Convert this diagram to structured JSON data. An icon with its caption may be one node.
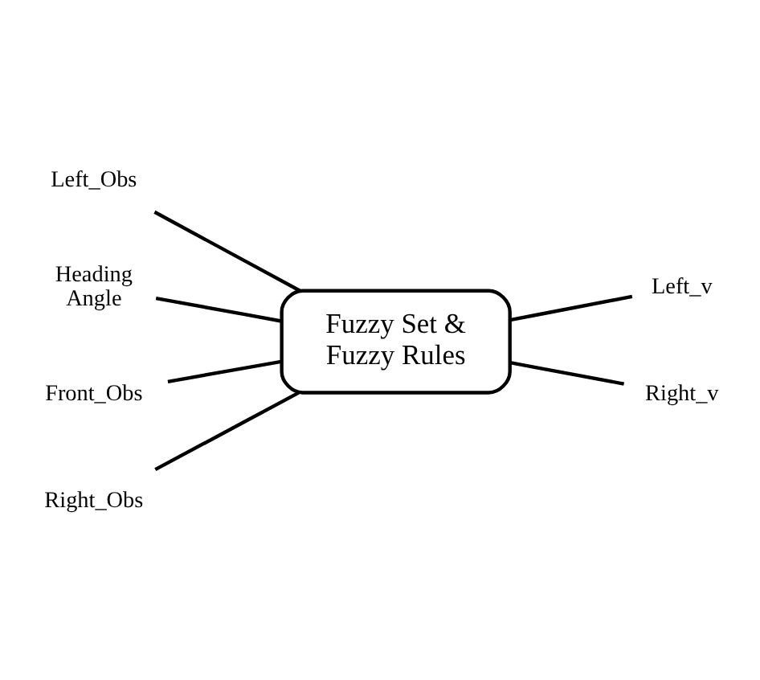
{
  "diagram": {
    "nodes": [
      {
        "text": [
          "Left_Obs"
        ]
      },
      {
        "text": [
          "Heading Angle"
        ]
      },
      {
        "text": [
          "Front_Obs"
        ]
      },
      {
        "text": [
          "Right_Obs"
        ]
      },
      {
        "text": [
          "Fuzzy Set & Fuzzy Rules"
        ]
      },
      {
        "text": [
          "Left_v"
        ]
      },
      {
        "text": [
          "Right_v"
        ]
      }
    ],
    "edges": [
      {
        "from": 0,
        "to": 4,
        "arrow": "none"
      },
      {
        "from": 1,
        "to": 4,
        "arrow": "none"
      },
      {
        "from": 2,
        "to": 4,
        "arrow": "none"
      },
      {
        "from": 3,
        "to": 4,
        "arrow": "none"
      },
      {
        "from": 4,
        "to": 5,
        "arrow": "none"
      },
      {
        "from": 4,
        "to": 6,
        "arrow": "none"
      }
    ]
  }
}
